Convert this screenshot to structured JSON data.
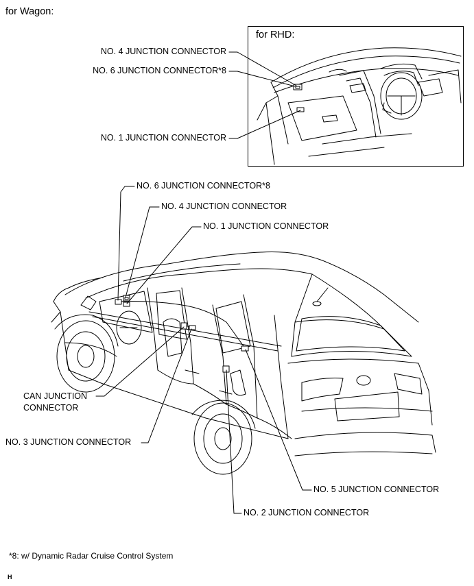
{
  "header": {
    "title": "for Wagon:"
  },
  "inset": {
    "title": "for RHD:"
  },
  "inset_labels": {
    "no4": "NO. 4 JUNCTION CONNECTOR",
    "no6": "NO. 6 JUNCTION CONNECTOR*8",
    "no1": "NO. 1 JUNCTION CONNECTOR"
  },
  "main_labels": {
    "no6": "NO. 6 JUNCTION CONNECTOR*8",
    "no4": "NO. 4 JUNCTION CONNECTOR",
    "no1": "NO. 1 JUNCTION CONNECTOR",
    "can_line1": "CAN JUNCTION",
    "can_line2": "CONNECTOR",
    "no3": "NO. 3 JUNCTION CONNECTOR",
    "no5": "NO. 5 JUNCTION CONNECTOR",
    "no2": "NO. 2 JUNCTION CONNECTOR"
  },
  "footnote": "*8: w/ Dynamic Radar Cruise Control System",
  "corner_mark": "H"
}
